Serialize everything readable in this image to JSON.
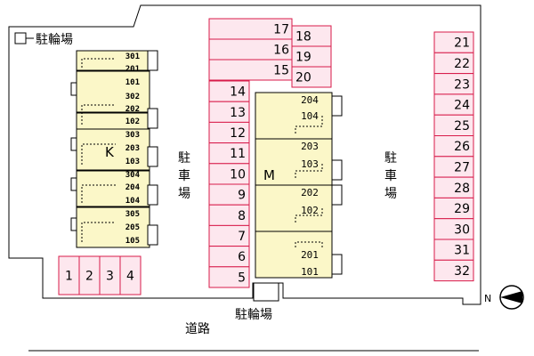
{
  "colors": {
    "parking_stroke": "#d81b4a",
    "parking_fill": "#fde7ee",
    "building_fill": "#fbf7c8",
    "lot_stroke": "#000000"
  },
  "labels": {
    "bicycle_parking": "駐輪場",
    "parking_chars": [
      "駐",
      "車",
      "場"
    ],
    "road": "道路",
    "north": "N"
  },
  "buildings": {
    "k": {
      "letter": "K",
      "units": [
        "301",
        "201",
        "101",
        "302",
        "202",
        "102",
        "303",
        "203",
        "103",
        "304",
        "204",
        "104",
        "305",
        "205",
        "105"
      ]
    },
    "m": {
      "letter": "M",
      "units": [
        "204",
        "104",
        "203",
        "103",
        "202",
        "102",
        "201",
        "101"
      ]
    }
  },
  "parking": {
    "bottom_left": [
      "1",
      "2",
      "3",
      "4"
    ],
    "center_column": [
      "14",
      "13",
      "12",
      "11",
      "10",
      "9",
      "8",
      "7",
      "6",
      "5"
    ],
    "top_left": [
      "17",
      "16",
      "15"
    ],
    "top_right": [
      "18",
      "19",
      "20"
    ],
    "right_column": [
      "21",
      "22",
      "23",
      "24",
      "25",
      "26",
      "27",
      "28",
      "29",
      "30",
      "31",
      "32"
    ]
  }
}
